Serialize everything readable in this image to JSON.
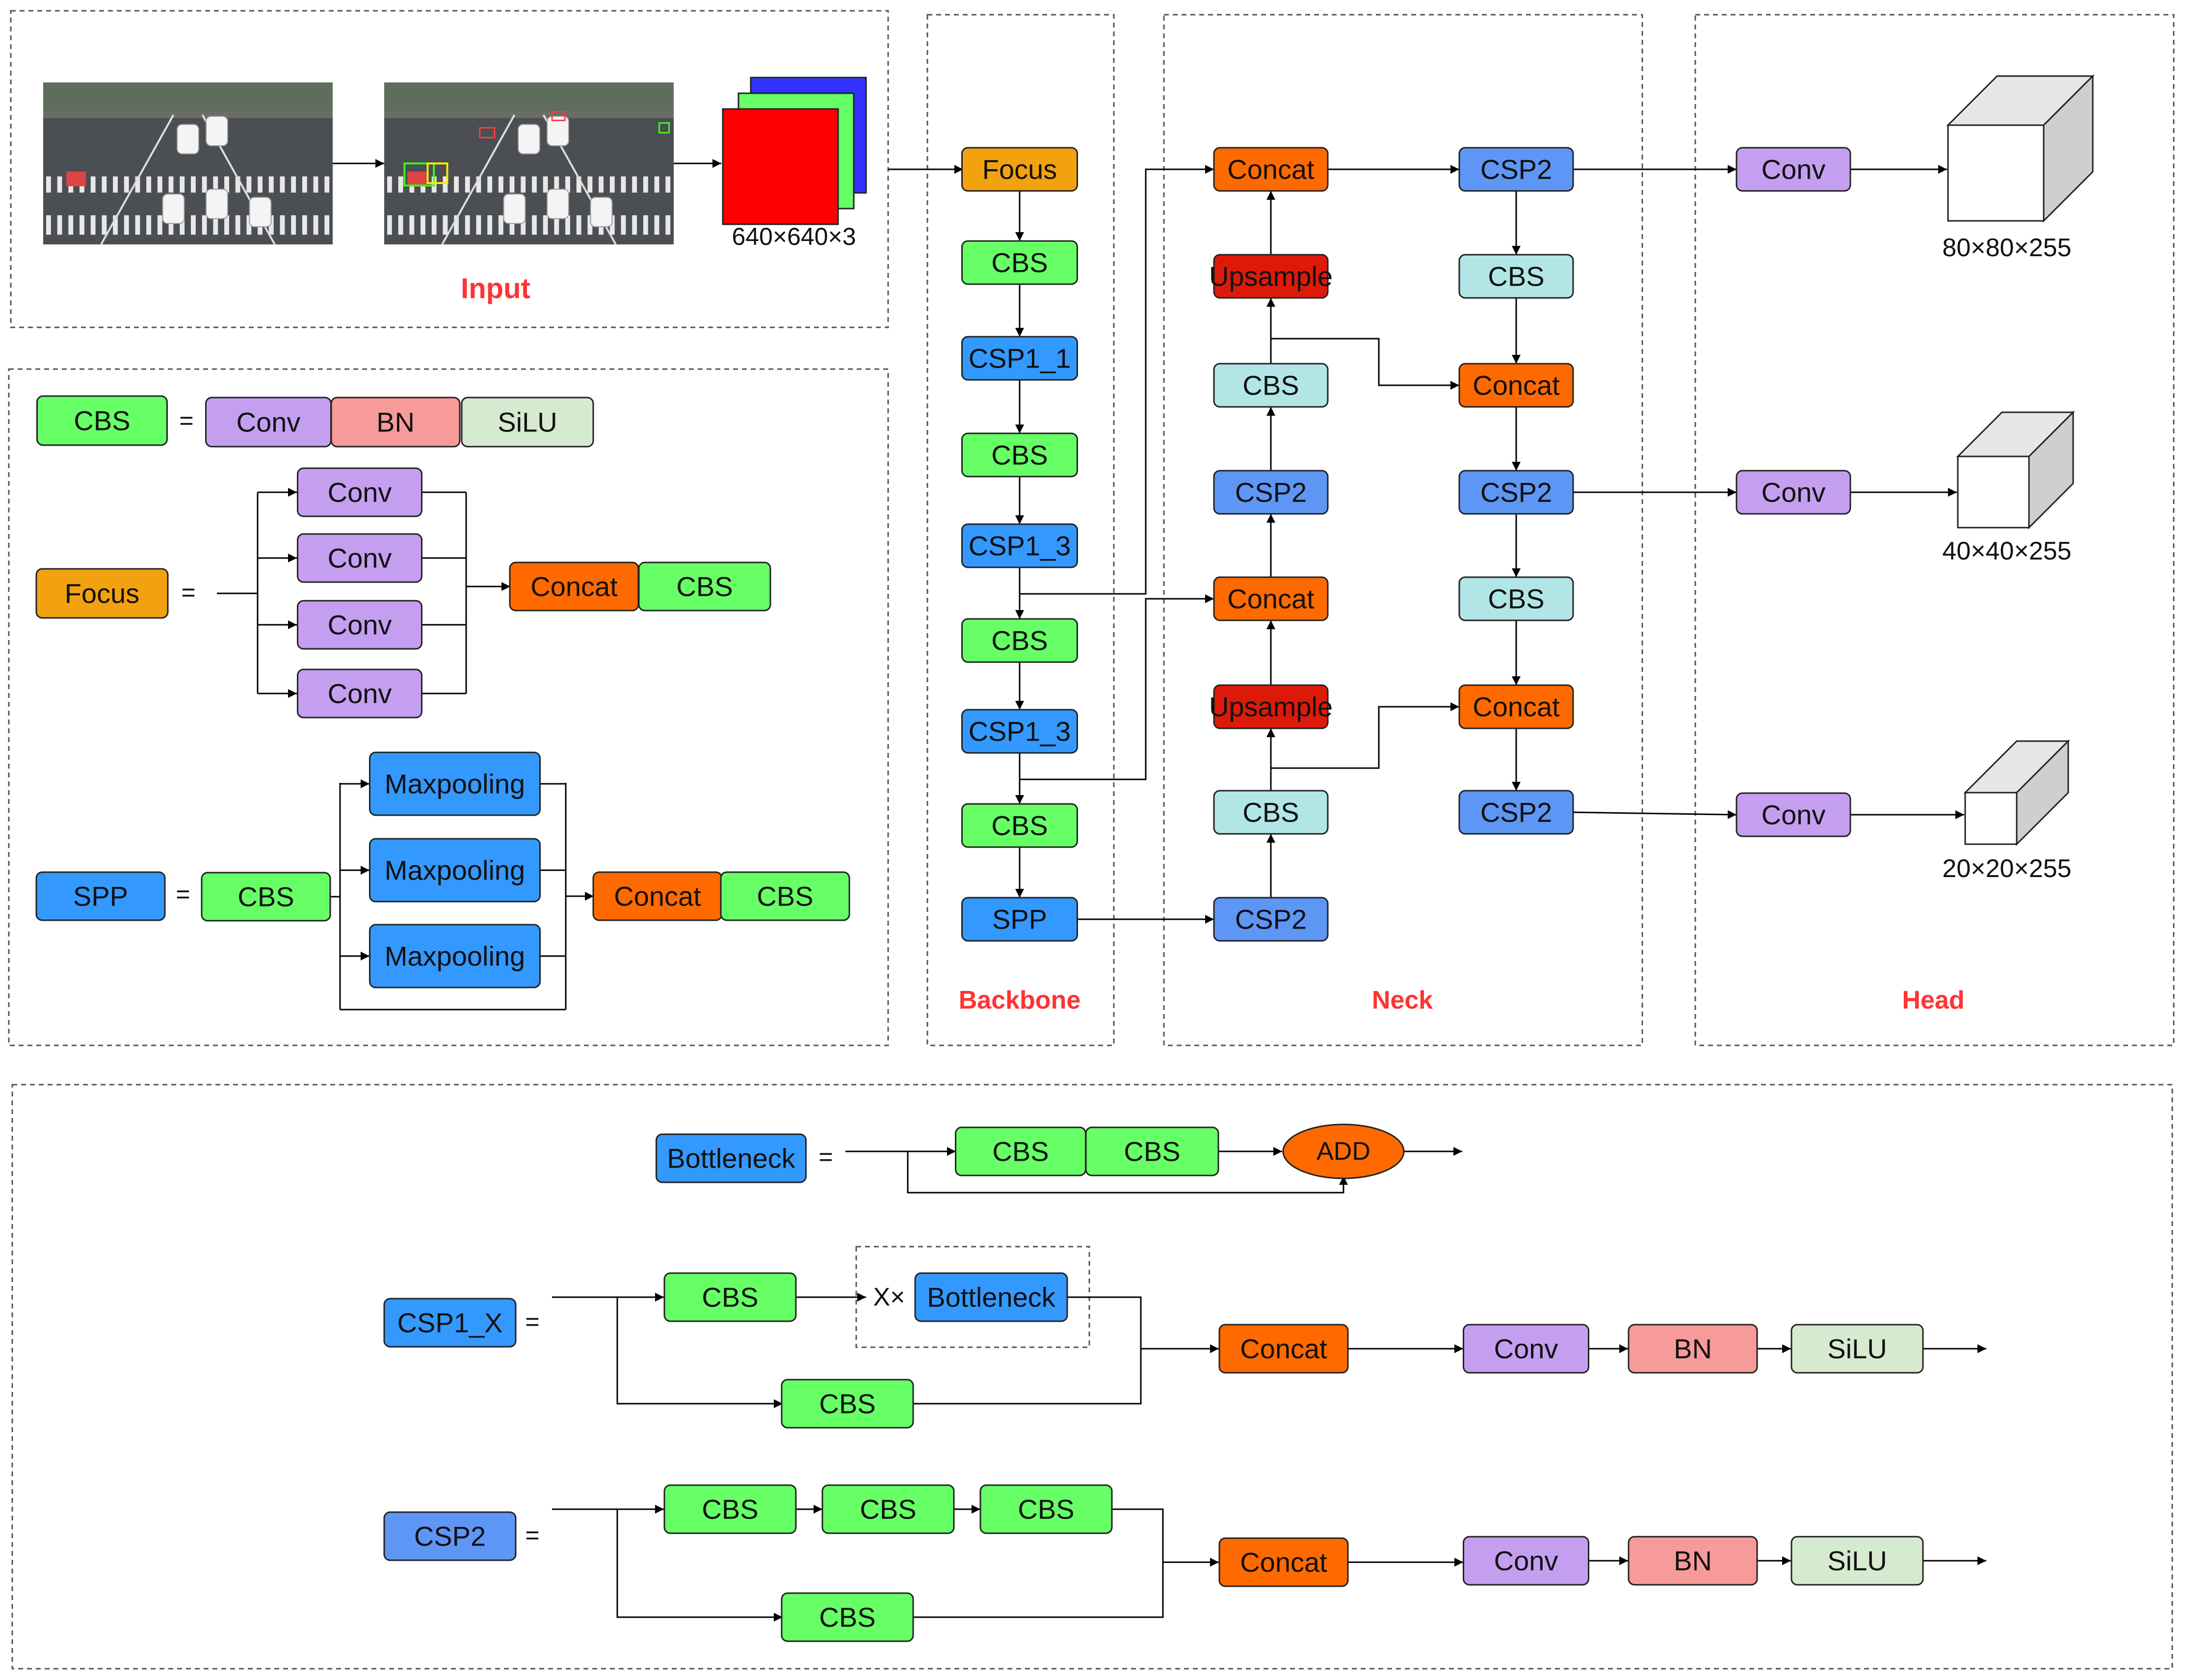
{
  "colors": {
    "conv": "#c49ff0",
    "bn": "#f79a9a",
    "silu": "#d6ead0",
    "cbs": "#66ff66",
    "cbs_light": "#b2e6e6",
    "csp_blue": "#3399ff",
    "csp2_blue": "#5e96f5",
    "focus": "#f2a20f",
    "concat": "#ff6a00",
    "upsample": "#dd1a0a",
    "add": "#ff6a00",
    "section_label": "#ff3333",
    "tensor_red": "#ff0000",
    "tensor_green": "#66ff66",
    "tensor_blue": "#3333ff"
  },
  "sections": {
    "input": "Input",
    "backbone": "Backbone",
    "neck": "Neck",
    "head": "Head"
  },
  "input": {
    "tensor_label": "640×640×3"
  },
  "legend": {
    "equals": "=",
    "cbs": {
      "name": "CBS",
      "parts": [
        "Conv",
        "BN",
        "SiLU"
      ]
    },
    "focus": {
      "name": "Focus",
      "branches": [
        "Conv",
        "Conv",
        "Conv",
        "Conv"
      ],
      "tail": [
        "Concat",
        "CBS"
      ]
    },
    "spp": {
      "name": "SPP",
      "head": "CBS",
      "branches": [
        "Maxpooling",
        "Maxpooling",
        "Maxpooling"
      ],
      "tail": [
        "Concat",
        "CBS"
      ]
    }
  },
  "backbone": {
    "blocks": [
      "Focus",
      "CBS",
      "CSP1_1",
      "CBS",
      "CSP1_3",
      "CBS",
      "CSP1_3",
      "CBS",
      "SPP"
    ]
  },
  "neck": {
    "left_column": [
      "Concat",
      "Upsample",
      "CBS",
      "CSP2",
      "Concat",
      "Upsample",
      "CBS",
      "CSP2"
    ],
    "right_column": [
      "CSP2",
      "CBS",
      "Concat",
      "CSP2",
      "CBS",
      "Concat",
      "CSP2"
    ]
  },
  "head": {
    "conv": [
      "Conv",
      "Conv",
      "Conv"
    ],
    "outputs": [
      "80×80×255",
      "40×40×255",
      "20×20×255"
    ]
  },
  "bottom": {
    "equals": "=",
    "bottleneck": {
      "name": "Bottleneck",
      "blocks": [
        "CBS",
        "CBS"
      ],
      "add": "ADD"
    },
    "csp1x": {
      "name": "CSP1_X",
      "top": "CBS",
      "repeat_prefix": "X×",
      "repeat_block": "Bottleneck",
      "bottom": "CBS",
      "tail": [
        "Concat",
        "Conv",
        "BN",
        "SiLU"
      ]
    },
    "csp2": {
      "name": "CSP2",
      "top": [
        "CBS",
        "CBS",
        "CBS"
      ],
      "bottom": "CBS",
      "tail": [
        "Concat",
        "Conv",
        "BN",
        "SiLU"
      ]
    }
  }
}
